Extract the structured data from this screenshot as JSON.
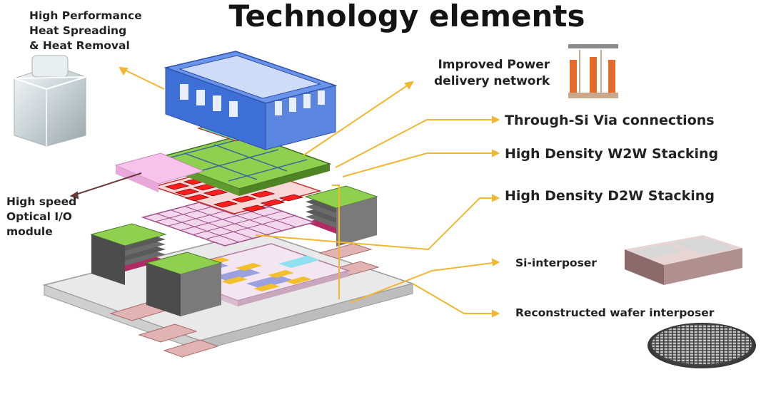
{
  "title": "Technology elements",
  "labels": {
    "heat": [
      "High Performance",
      "Heat Spreading",
      "& Heat Removal"
    ],
    "optical": [
      "High speed",
      "Optical I/O",
      "module"
    ],
    "power": [
      "Improved Power",
      "delivery network"
    ],
    "tsv": "Through-Si Via connections",
    "w2w": "High Density W2W Stacking",
    "d2w": "High Density D2W Stacking",
    "si_interposer": "Si-interposer",
    "recon": "Reconstructed wafer interposer"
  },
  "colors": {
    "callout": "#f2b630",
    "chip_green": "#8fd14f",
    "chip_red": "#ff1f1f",
    "memory_pink": "#c0306a",
    "heatsink_blue": "#3d6fd6",
    "interposer": "#d9d9d9",
    "optical_pink": "#f7c3ec"
  },
  "icons": [
    "heat-sink-photo-icon",
    "power-delivery-icon",
    "si-interposer-photo-icon",
    "wafer-photo-icon"
  ]
}
